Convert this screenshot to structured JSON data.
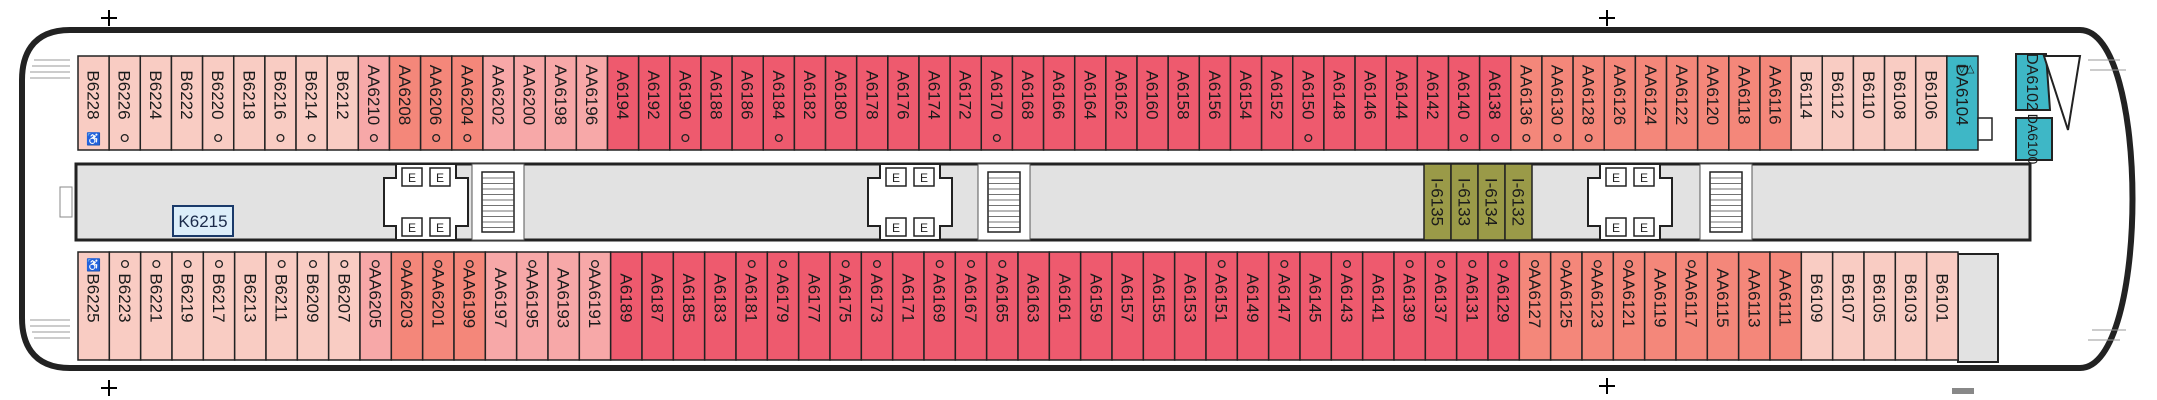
{
  "colors": {
    "deep_red": "#EE5A6E",
    "pink": "#F7A8A8",
    "salmon": "#F4877A",
    "light_pink": "#F9CCC3",
    "olive": "#9A9A48",
    "teal": "#3EB7C6",
    "corridor": "#E2E2E2",
    "light_blue": "#DCEEFA"
  },
  "deck": {
    "top_row": [
      {
        "label": "B6228",
        "tone": "light_pink",
        "marker": "accessible"
      },
      {
        "label": "B6226",
        "tone": "light_pink",
        "marker": "dot"
      },
      {
        "label": "B6224",
        "tone": "light_pink"
      },
      {
        "label": "B6222",
        "tone": "light_pink"
      },
      {
        "label": "B6220",
        "tone": "light_pink",
        "marker": "dot"
      },
      {
        "label": "B6218",
        "tone": "light_pink"
      },
      {
        "label": "B6216",
        "tone": "light_pink",
        "marker": "dot"
      },
      {
        "label": "B6214",
        "tone": "light_pink",
        "marker": "dot"
      },
      {
        "label": "B6212",
        "tone": "light_pink"
      },
      {
        "label": "AA6210",
        "tone": "pink",
        "marker": "dot"
      },
      {
        "label": "AA6208",
        "tone": "salmon"
      },
      {
        "label": "AA6206",
        "tone": "salmon",
        "marker": "dot"
      },
      {
        "label": "AA6204",
        "tone": "salmon",
        "marker": "dot"
      },
      {
        "label": "AA6202",
        "tone": "pink"
      },
      {
        "label": "AA6200",
        "tone": "pink"
      },
      {
        "label": "AA6198",
        "tone": "pink"
      },
      {
        "label": "AA6196",
        "tone": "pink"
      },
      {
        "label": "A6194",
        "tone": "deep_red"
      },
      {
        "label": "A6192",
        "tone": "deep_red"
      },
      {
        "label": "A6190",
        "tone": "deep_red",
        "marker": "dot"
      },
      {
        "label": "A6188",
        "tone": "deep_red"
      },
      {
        "label": "A6186",
        "tone": "deep_red"
      },
      {
        "label": "A6184",
        "tone": "deep_red",
        "marker": "dot"
      },
      {
        "label": "A6182",
        "tone": "deep_red"
      },
      {
        "label": "A6180",
        "tone": "deep_red"
      },
      {
        "label": "A6178",
        "tone": "deep_red"
      },
      {
        "label": "A6176",
        "tone": "deep_red"
      },
      {
        "label": "A6174",
        "tone": "deep_red"
      },
      {
        "label": "A6172",
        "tone": "deep_red"
      },
      {
        "label": "A6170",
        "tone": "deep_red",
        "marker": "dot"
      },
      {
        "label": "A6168",
        "tone": "deep_red"
      },
      {
        "label": "A6166",
        "tone": "deep_red"
      },
      {
        "label": "A6164",
        "tone": "deep_red"
      },
      {
        "label": "A6162",
        "tone": "deep_red"
      },
      {
        "label": "A6160",
        "tone": "deep_red"
      },
      {
        "label": "A6158",
        "tone": "deep_red"
      },
      {
        "label": "A6156",
        "tone": "deep_red"
      },
      {
        "label": "A6154",
        "tone": "deep_red"
      },
      {
        "label": "A6152",
        "tone": "deep_red"
      },
      {
        "label": "A6150",
        "tone": "deep_red",
        "marker": "dot"
      },
      {
        "label": "A6148",
        "tone": "deep_red"
      },
      {
        "label": "A6146",
        "tone": "deep_red"
      },
      {
        "label": "A6144",
        "tone": "deep_red"
      },
      {
        "label": "A6142",
        "tone": "deep_red"
      },
      {
        "label": "A6140",
        "tone": "deep_red",
        "marker": "dot"
      },
      {
        "label": "A6138",
        "tone": "deep_red",
        "marker": "dot"
      },
      {
        "label": "AA6136",
        "tone": "salmon",
        "marker": "dot"
      },
      {
        "label": "AA6130",
        "tone": "salmon",
        "marker": "dot"
      },
      {
        "label": "AA6128",
        "tone": "salmon",
        "marker": "dot"
      },
      {
        "label": "AA6126",
        "tone": "salmon"
      },
      {
        "label": "AA6124",
        "tone": "salmon"
      },
      {
        "label": "AA6122",
        "tone": "salmon"
      },
      {
        "label": "AA6120",
        "tone": "salmon"
      },
      {
        "label": "AA6118",
        "tone": "salmon"
      },
      {
        "label": "AA6116",
        "tone": "salmon"
      },
      {
        "label": "B6114",
        "tone": "light_pink"
      },
      {
        "label": "B6112",
        "tone": "light_pink"
      },
      {
        "label": "B6110",
        "tone": "light_pink"
      },
      {
        "label": "B6108",
        "tone": "light_pink"
      },
      {
        "label": "B6106",
        "tone": "light_pink"
      },
      {
        "label": "DA6104",
        "tone": "teal"
      }
    ],
    "bottom_row": [
      {
        "label": "B6225",
        "tone": "light_pink",
        "marker": "accessible"
      },
      {
        "label": "B6223",
        "tone": "light_pink",
        "marker": "dot"
      },
      {
        "label": "B6221",
        "tone": "light_pink",
        "marker": "dot"
      },
      {
        "label": "B6219",
        "tone": "light_pink",
        "marker": "dot"
      },
      {
        "label": "B6217",
        "tone": "light_pink",
        "marker": "dot"
      },
      {
        "label": "B6213",
        "tone": "light_pink"
      },
      {
        "label": "B6211",
        "tone": "light_pink",
        "marker": "dot"
      },
      {
        "label": "B6209",
        "tone": "light_pink",
        "marker": "dot"
      },
      {
        "label": "B6207",
        "tone": "light_pink",
        "marker": "dot"
      },
      {
        "label": "AA6205",
        "tone": "pink",
        "marker": "dot"
      },
      {
        "label": "AA6203",
        "tone": "salmon",
        "marker": "dot"
      },
      {
        "label": "AA6201",
        "tone": "salmon",
        "marker": "dot"
      },
      {
        "label": "AA6199",
        "tone": "salmon",
        "marker": "dot"
      },
      {
        "label": "AA6197",
        "tone": "pink"
      },
      {
        "label": "AA6195",
        "tone": "pink",
        "marker": "dot"
      },
      {
        "label": "AA6193",
        "tone": "pink"
      },
      {
        "label": "AA6191",
        "tone": "pink",
        "marker": "dot"
      },
      {
        "label": "A6189",
        "tone": "deep_red"
      },
      {
        "label": "A6187",
        "tone": "deep_red"
      },
      {
        "label": "A6185",
        "tone": "deep_red"
      },
      {
        "label": "A6183",
        "tone": "deep_red"
      },
      {
        "label": "A6181",
        "tone": "deep_red",
        "marker": "dot"
      },
      {
        "label": "A6179",
        "tone": "deep_red",
        "marker": "dot"
      },
      {
        "label": "A6177",
        "tone": "deep_red"
      },
      {
        "label": "A6175",
        "tone": "deep_red",
        "marker": "dot"
      },
      {
        "label": "A6173",
        "tone": "deep_red",
        "marker": "dot"
      },
      {
        "label": "A6171",
        "tone": "deep_red"
      },
      {
        "label": "A6169",
        "tone": "deep_red",
        "marker": "dot"
      },
      {
        "label": "A6167",
        "tone": "deep_red",
        "marker": "dot"
      },
      {
        "label": "A6165",
        "tone": "deep_red",
        "marker": "dot"
      },
      {
        "label": "A6163",
        "tone": "deep_red"
      },
      {
        "label": "A6161",
        "tone": "deep_red"
      },
      {
        "label": "A6159",
        "tone": "deep_red"
      },
      {
        "label": "A6157",
        "tone": "deep_red"
      },
      {
        "label": "A6155",
        "tone": "deep_red"
      },
      {
        "label": "A6153",
        "tone": "deep_red"
      },
      {
        "label": "A6151",
        "tone": "deep_red",
        "marker": "dot"
      },
      {
        "label": "A6149",
        "tone": "deep_red"
      },
      {
        "label": "A6147",
        "tone": "deep_red",
        "marker": "dot"
      },
      {
        "label": "A6145",
        "tone": "deep_red"
      },
      {
        "label": "A6143",
        "tone": "deep_red",
        "marker": "dot"
      },
      {
        "label": "A6141",
        "tone": "deep_red"
      },
      {
        "label": "A6139",
        "tone": "deep_red",
        "marker": "dot"
      },
      {
        "label": "A6137",
        "tone": "deep_red",
        "marker": "dot"
      },
      {
        "label": "A6131",
        "tone": "deep_red",
        "marker": "dot"
      },
      {
        "label": "A6129",
        "tone": "deep_red",
        "marker": "dot"
      },
      {
        "label": "AA6127",
        "tone": "salmon",
        "marker": "dot"
      },
      {
        "label": "AA6125",
        "tone": "salmon",
        "marker": "dot"
      },
      {
        "label": "AA6123",
        "tone": "salmon",
        "marker": "dot"
      },
      {
        "label": "AA6121",
        "tone": "salmon",
        "marker": "dot"
      },
      {
        "label": "AA6119",
        "tone": "salmon"
      },
      {
        "label": "AA6117",
        "tone": "salmon",
        "marker": "dot"
      },
      {
        "label": "AA6115",
        "tone": "salmon"
      },
      {
        "label": "AA6113",
        "tone": "salmon"
      },
      {
        "label": "AA6111",
        "tone": "salmon"
      },
      {
        "label": "B6109",
        "tone": "light_pink"
      },
      {
        "label": "B6107",
        "tone": "light_pink"
      },
      {
        "label": "B6105",
        "tone": "light_pink"
      },
      {
        "label": "B6103",
        "tone": "light_pink"
      },
      {
        "label": "B6101",
        "tone": "light_pink"
      }
    ],
    "interior_cabins": [
      "I-6135",
      "I-6133",
      "I-6134",
      "I-6132"
    ],
    "corridor_cabin": "K6215",
    "bow_suites": [
      "DA6102",
      "DA6100"
    ]
  }
}
